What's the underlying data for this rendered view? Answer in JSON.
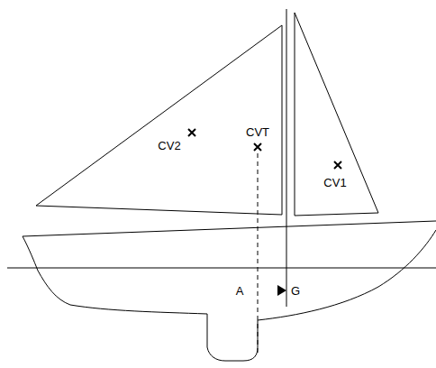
{
  "diagram": {
    "labels": [
      "CVT",
      "CV2",
      "CV1",
      "A",
      "G"
    ]
  }
}
